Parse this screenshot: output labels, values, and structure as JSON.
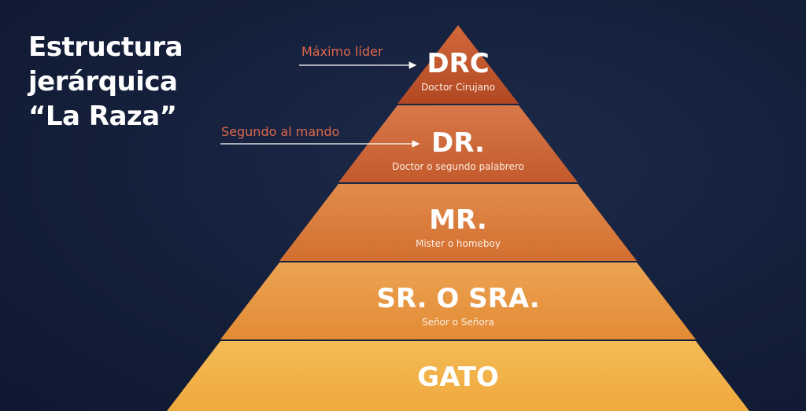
{
  "title": {
    "line1": "Estructura",
    "line2": "jerárquica",
    "line3": "“La Raza”"
  },
  "levels": [
    {
      "name": "DRC",
      "subtitle": "Doctor Cirujano",
      "color": "#c3552e"
    },
    {
      "name": "DR.",
      "subtitle": "Doctor o segundo palabrero",
      "color": "#cf6a34"
    },
    {
      "name": "MR.",
      "subtitle": "Mister o homeboy",
      "color": "#dc8437"
    },
    {
      "name": "SR. O SRA.",
      "subtitle": "Señor o Señora",
      "color": "#e99d3d"
    },
    {
      "name": "GATO",
      "subtitle": "",
      "color": "#f2b347"
    }
  ],
  "annotations": [
    {
      "label": "Máximo líder",
      "target": "DRC"
    },
    {
      "label": "Segundo al mando",
      "target": "DR."
    }
  ],
  "colors": {
    "background": "#141f3a",
    "annotation": "#e0674a",
    "text": "#ffffff"
  }
}
